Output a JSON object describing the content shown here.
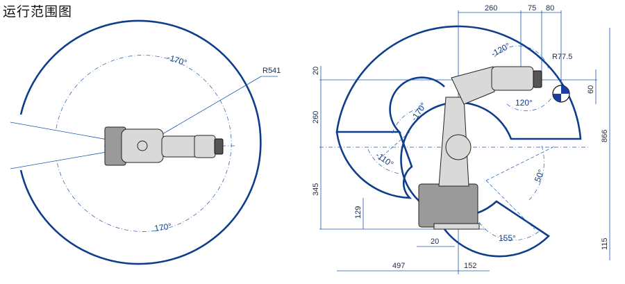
{
  "title": "运行范围图",
  "top_view": {
    "radius_label": "R541",
    "angle_top": "-170°",
    "angle_bottom": "170°"
  },
  "side_view": {
    "top_dims": [
      "260",
      "75",
      "80"
    ],
    "tool_radius": "R77.5",
    "angle_j4_upper": "-120°",
    "angle_j4_lower": "120°",
    "angle_j2_upper": "-170°",
    "angle_j2_lower": "-110°",
    "angle_j3_right": "50°",
    "angle_bottom": "155°",
    "left_dims": [
      "20",
      "260",
      "345",
      "129"
    ],
    "right_dims": [
      "60",
      "866",
      "115"
    ],
    "bottom_dims": [
      "497",
      "152",
      "20"
    ]
  }
}
